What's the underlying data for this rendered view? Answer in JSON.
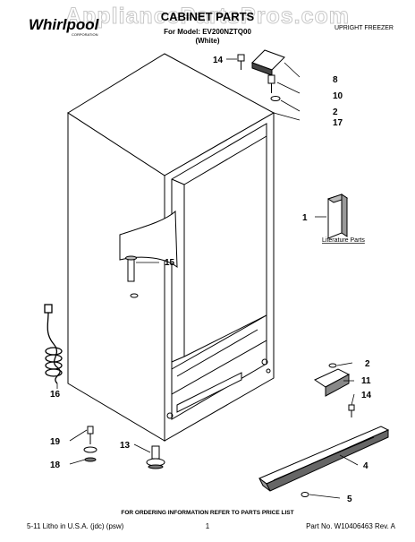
{
  "header": {
    "brand": "Whirlpool",
    "brand_sub": "CORPORATION",
    "title": "CABINET PARTS",
    "model_line": "For Model: EV200NZTQ00",
    "variant": "(White)",
    "product": "UPRIGHT FREEZER",
    "watermark": "AppliancePartsPros.com"
  },
  "literature_label": "Literature Parts",
  "callouts": [
    {
      "id": "c14a",
      "text": "14"
    },
    {
      "id": "c8",
      "text": "8"
    },
    {
      "id": "c10",
      "text": "10"
    },
    {
      "id": "c2a",
      "text": "2"
    },
    {
      "id": "c17",
      "text": "17"
    },
    {
      "id": "c1",
      "text": "1"
    },
    {
      "id": "c15",
      "text": "15"
    },
    {
      "id": "c2b",
      "text": "2"
    },
    {
      "id": "c11",
      "text": "11"
    },
    {
      "id": "c14b",
      "text": "14"
    },
    {
      "id": "c16",
      "text": "16"
    },
    {
      "id": "c19",
      "text": "19"
    },
    {
      "id": "c13",
      "text": "13"
    },
    {
      "id": "c18",
      "text": "18"
    },
    {
      "id": "c4",
      "text": "4"
    },
    {
      "id": "c5",
      "text": "5"
    }
  ],
  "footer": {
    "notice": "FOR ORDERING INFORMATION REFER TO PARTS PRICE LIST",
    "left": "5-11 Litho in U.S.A. (jdc) (psw)",
    "page": "1",
    "part_no": "Part No. W10406463 Rev. A"
  }
}
